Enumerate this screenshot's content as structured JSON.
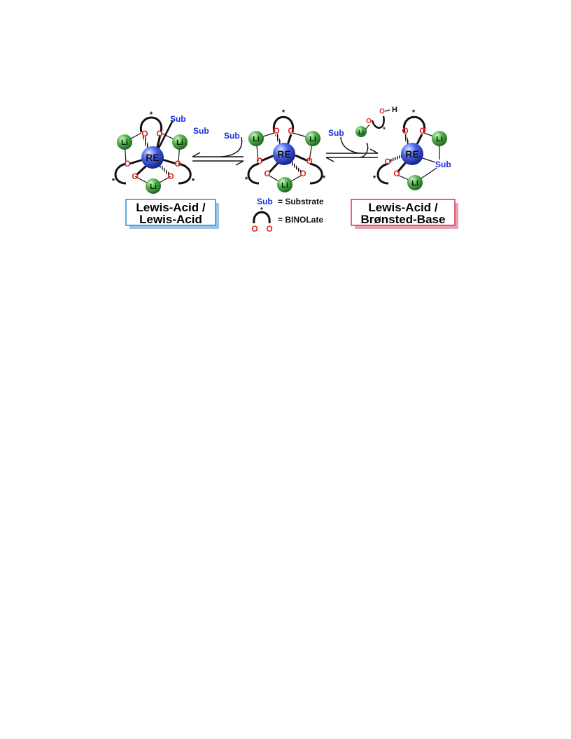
{
  "atoms": {
    "re": "RE",
    "li": "Li",
    "o": "O",
    "h": "H",
    "sub": "Sub",
    "star": "*"
  },
  "labels": {
    "left_line1": "Lewis-Acid /",
    "left_line2": "Lewis-Acid",
    "right_line1": "Lewis-Acid /",
    "right_line2": "Brønsted-Base"
  },
  "legend": {
    "sub_symbol": "Sub",
    "sub_def": "= Substrate",
    "binolate_def": "= BINOLate"
  },
  "colors": {
    "li_sphere": "#3e9a3a",
    "re_sphere": "#2540d6",
    "oxygen": "#e8231e",
    "substrate": "#1a2ee0",
    "left_box_border": "#2a8fd0",
    "left_box_shadow": "#9cc3ea",
    "right_box_border": "#e0304a",
    "right_box_shadow": "#e6a3b3"
  }
}
